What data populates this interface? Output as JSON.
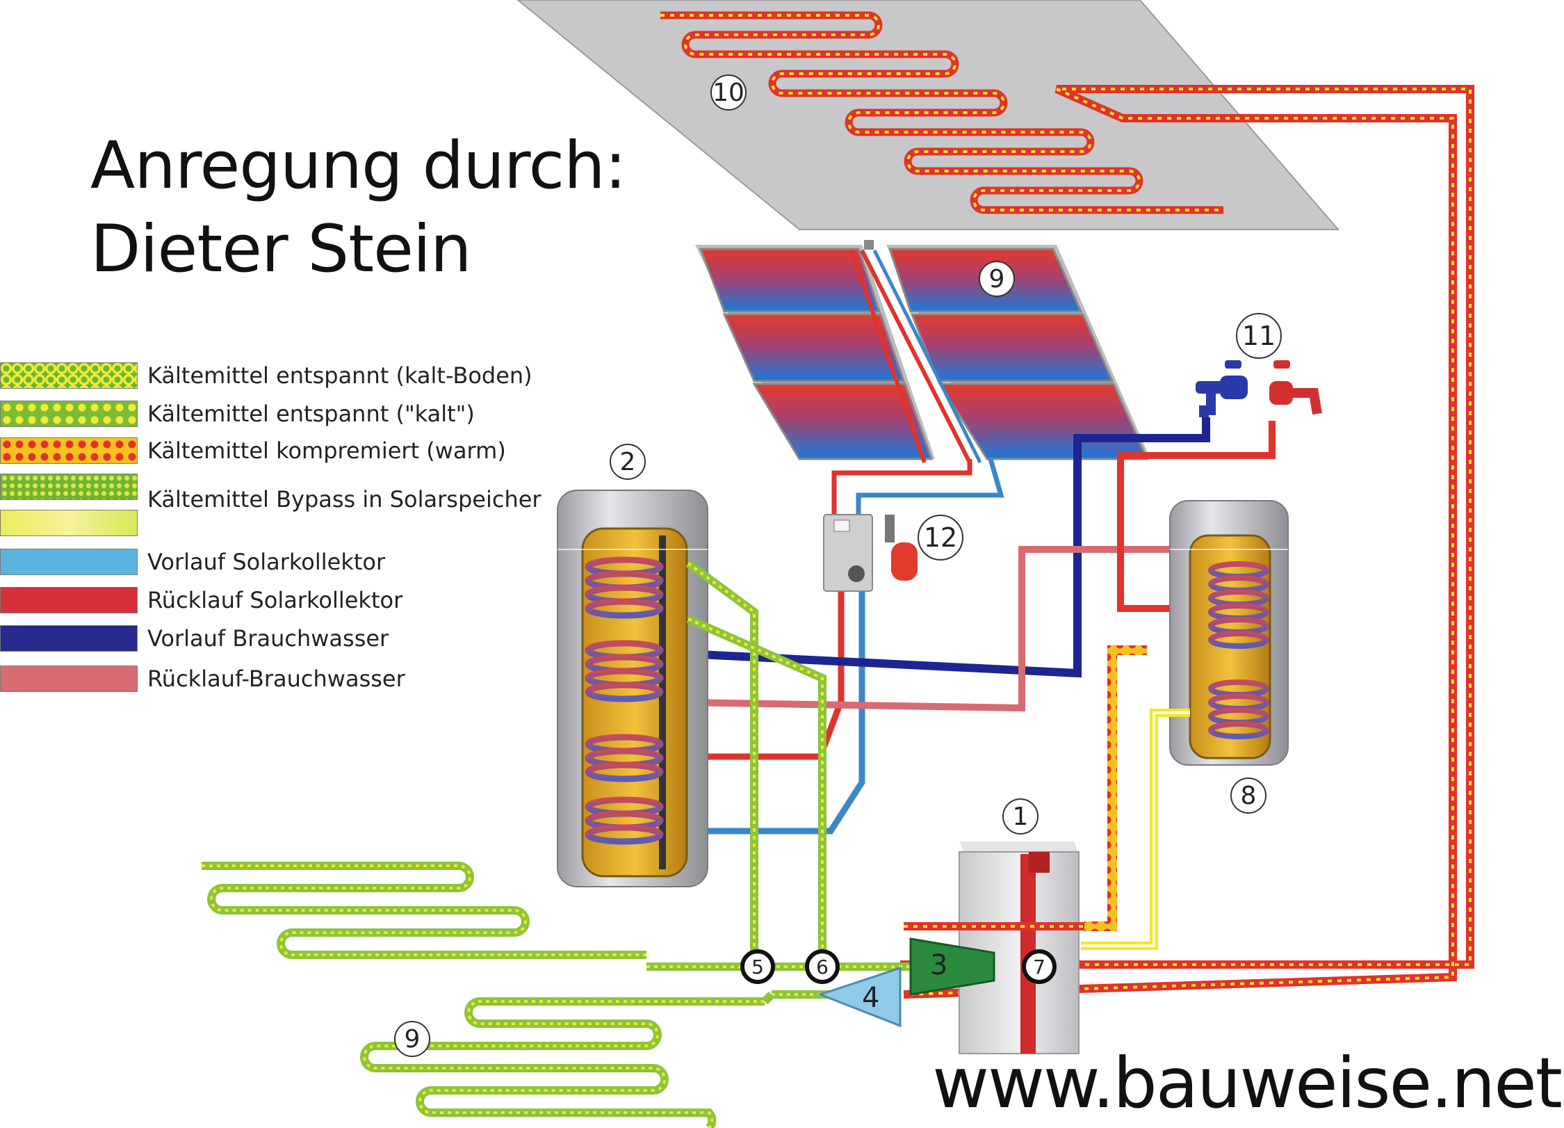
{
  "title": {
    "line1": "Anregung durch:",
    "line2": "Dieter Stein"
  },
  "legend": [
    {
      "label": "Kältemittel entspannt (kalt-Boden)",
      "swatch": "yellow-green-dots"
    },
    {
      "label": "Kältemittel entspannt (\"kalt\")",
      "swatch": "green-dots-yellow"
    },
    {
      "label": "Kältemittel kompremiert (warm)",
      "swatch": "red-dots-yellow"
    },
    {
      "label": "Kältemittel Bypass in Solarspeicher",
      "swatch": "green-mottled"
    },
    {
      "label": "",
      "swatch": "yellow-green-gradient"
    },
    {
      "label": "Vorlauf Solarkollektor",
      "swatch": "light-blue"
    },
    {
      "label": "Rücklauf Solarkollektor",
      "swatch": "red"
    },
    {
      "label": "Vorlauf Brauchwasser",
      "swatch": "dark-blue"
    },
    {
      "label": "Rücklauf-Brauchwasser",
      "swatch": "pink"
    }
  ],
  "numbers": {
    "n1": "1",
    "n2": "2",
    "n3": "3",
    "n4": "4",
    "n5": "5",
    "n6": "6",
    "n7": "7",
    "n8": "8",
    "n9_collector": "9",
    "n9_floor": "9",
    "n10": "10",
    "n11": "11",
    "n12": "12"
  },
  "footer": "www.bauweise.net",
  "colors": {
    "yellow": "#f2e829",
    "green": "#5aa628",
    "red": "#e2322c",
    "light_blue": "#3b86c8",
    "dark_blue": "#1d2590",
    "pink": "#d86a72",
    "panel_gray": "#cfcfd1",
    "triangle_green": "#2b8a3e",
    "triangle_blue": "#8fcbe8"
  },
  "icons": [
    "hot-tap-icon",
    "cold-tap-icon",
    "expansion-vessel-icon",
    "pump-station-icon",
    "heat-pump-unit-icon",
    "storage-tank-icon"
  ]
}
